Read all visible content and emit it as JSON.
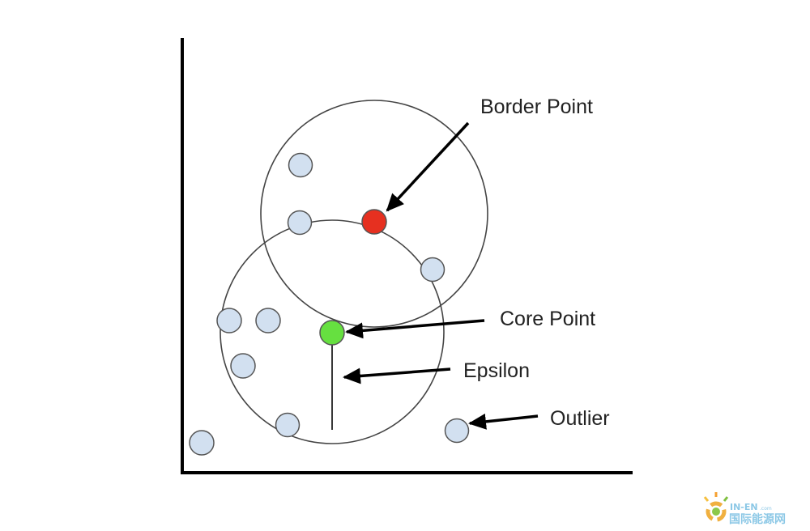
{
  "labels": {
    "border_point": "Border Point",
    "core_point": "Core Point",
    "epsilon": "Epsilon",
    "outlier": "Outlier"
  },
  "watermark": {
    "brand": "IN-EN",
    "domain": ".com",
    "cn": "国际能源网"
  },
  "colors": {
    "point_fill": "#d2e0f0",
    "point_stroke": "#555555",
    "core_point": "#66e040",
    "border_point": "#e63020",
    "circle_stroke": "#444444",
    "axis": "#000000",
    "watermark": "#8cc8e6"
  }
}
